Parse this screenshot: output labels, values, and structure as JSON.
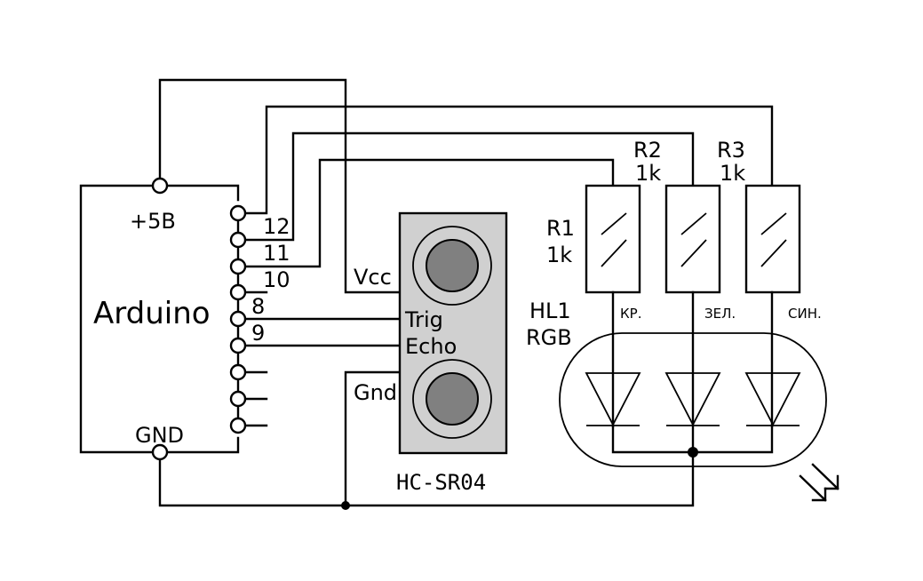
{
  "diagram": {
    "type": "circuit-schematic",
    "colors": {
      "line": "#000000",
      "background": "#ffffff",
      "sensor_body": "#d0d0d0",
      "transducer_core": "#808080"
    }
  },
  "arduino": {
    "title": "Arduino",
    "power_label": "+5В",
    "ground_label": "GND",
    "pins": [
      "12",
      "11",
      "10",
      "8",
      "9"
    ]
  },
  "sensor": {
    "name": "HC-SR04",
    "pins": {
      "vcc": "Vcc",
      "trig": "Trig",
      "echo": "Echo",
      "gnd": "Gnd"
    }
  },
  "resistors": [
    {
      "ref": "R1",
      "value": "1k"
    },
    {
      "ref": "R2",
      "value": "1k"
    },
    {
      "ref": "R3",
      "value": "1k"
    }
  ],
  "led": {
    "ref": "HL1",
    "type": "RGB",
    "channels": [
      "КР.",
      "ЗЕЛ.",
      "СИН."
    ]
  }
}
